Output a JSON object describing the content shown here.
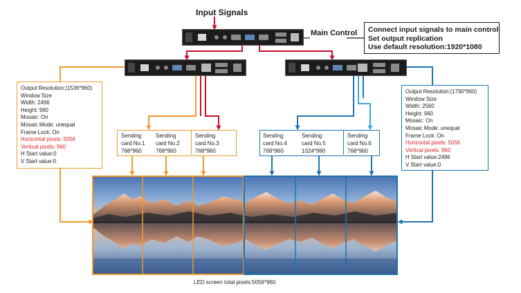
{
  "input_signals_label": "Input Signals",
  "main_control_label": "Main Control",
  "main_note": {
    "lines": [
      "Connect input signals to main control",
      "Set output replication",
      "Use default resolution:1920*1080"
    ]
  },
  "left_info": {
    "lines": [
      "Output Resolution:(1536*960)",
      "Window Size",
      "Width: 2496",
      "Height: 960",
      "Mosaic: On",
      "Mosaic Mode: unequal",
      "Frame Lock: On"
    ],
    "red_lines": [
      "Horizontal pixels: 5056",
      "Vertical pixels: 960"
    ],
    "tail_lines": [
      "H Start value:0",
      "V Start value:0"
    ]
  },
  "right_info": {
    "lines": [
      "Output Resolution:(1790*960)",
      "Window Size",
      "Width: 2560",
      "Height: 960",
      "Mosaic: On",
      "Mosaic Mode: unequal",
      "Frame Lock: On"
    ],
    "red_lines": [
      "Horizontal pixels: 5056",
      "Vertical pixels: 960"
    ],
    "tail_lines": [
      "H Start value:2496",
      "V Start value:0"
    ]
  },
  "cards": [
    {
      "line1": "Sending",
      "line2": "card No.1",
      "res": "768*960"
    },
    {
      "line1": "Sending",
      "line2": "card No.2",
      "res": "768*960"
    },
    {
      "line1": "Sending",
      "line2": "card No.3",
      "res": "768*960"
    },
    {
      "line1": "Sending",
      "line2": "card No.4",
      "res": "768*960"
    },
    {
      "line1": "Sending",
      "line2": "card No.5",
      "res": "1024*960"
    },
    {
      "line1": "Sending",
      "line2": "card No.6",
      "res": "768*960"
    }
  ],
  "footer": "LED screen total pixels:5056*960",
  "colors": {
    "orange": "#ef9a2b",
    "blue": "#1e74ad",
    "light_blue": "#3aa7e0",
    "red_wire": "#c8102e",
    "red_text": "#d42424"
  }
}
